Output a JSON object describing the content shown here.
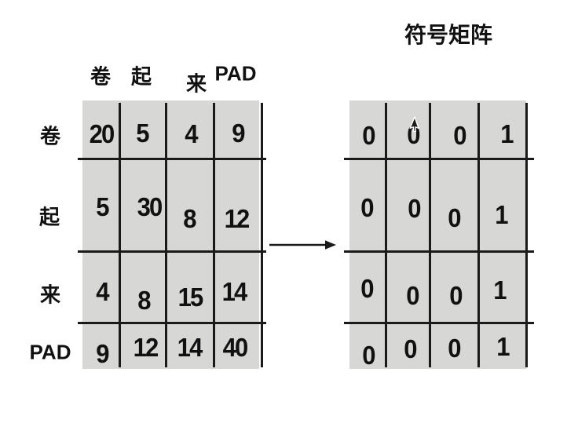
{
  "page": {
    "background": "#ffffff"
  },
  "colors": {
    "cell_background": "#d7d7d5",
    "grid_line": "#1a1a1a",
    "text": "#111111"
  },
  "count_matrix": {
    "col_headers": [
      "卷",
      "起",
      "来",
      "PAD"
    ],
    "row_headers": [
      "卷",
      "起",
      "来",
      "PAD"
    ],
    "rows": [
      [
        "20",
        "5",
        "4",
        "9"
      ],
      [
        "5",
        "30",
        "8",
        "12"
      ],
      [
        "4",
        "8",
        "15",
        "14"
      ],
      [
        "9",
        "12",
        "14",
        "40"
      ]
    ]
  },
  "symbol_matrix": {
    "title": "符号矩阵",
    "rows": [
      [
        "0",
        "0",
        "0",
        "1"
      ],
      [
        "0",
        "0",
        "0",
        "1"
      ],
      [
        "0",
        "0",
        "0",
        "1"
      ],
      [
        "0",
        "0",
        "0",
        "1"
      ]
    ]
  },
  "icons": {
    "arrow": "right-arrow",
    "cursor": "mouse-pointer"
  }
}
